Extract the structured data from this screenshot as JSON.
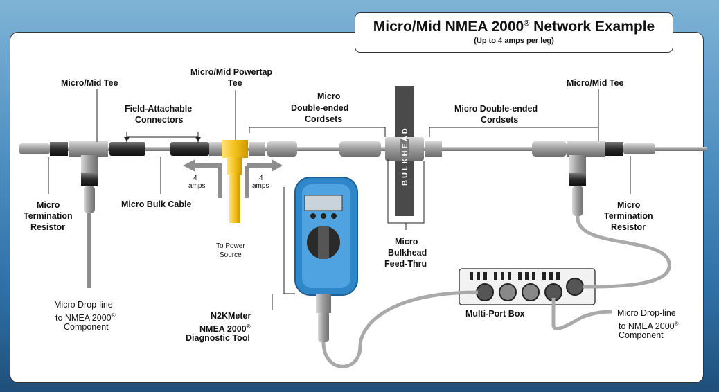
{
  "title": {
    "main": "Micro/Mid NMEA 2000",
    "reg": "®",
    "main_suffix": " Network Example",
    "sub": "(Up to 4 amps per leg)"
  },
  "labels": {
    "tee_left": "Micro/Mid Tee",
    "powertap_1": "Micro/Mid Powertap",
    "powertap_2": "Tee",
    "field_1": "Field-Attachable",
    "field_2": "Connectors",
    "cord_left_1": "Micro",
    "cord_left_2": "Double-ended",
    "cord_left_3": "Cordsets",
    "cord_right_1": "Micro Double-ended",
    "cord_right_2": "Cordsets",
    "tee_right": "Micro/Mid Tee",
    "term_left_1": "Micro",
    "term_left_2": "Termination",
    "term_left_3": "Resistor",
    "bulk_cable": "Micro Bulk Cable",
    "amps_left_1": "4",
    "amps_left_2": "amps",
    "amps_right_1": "4",
    "amps_right_2": "amps",
    "power_1": "To Power",
    "power_2": "Source",
    "bulkhead_1": "Micro",
    "bulkhead_2": "Bulkhead",
    "bulkhead_3": "Feed-Thru",
    "bulkhead_vertical": "BULKHEAD",
    "term_right_1": "Micro",
    "term_right_2": "Termination",
    "term_right_3": "Resistor",
    "drop_left_1": "Micro Drop-line",
    "drop_left_2": "to NMEA 2000",
    "drop_left_3": "Component",
    "n2k_1": "N2KMeter",
    "n2k_2": "NMEA 2000",
    "n2k_3": "Diagnostic Tool",
    "multiport": "Multi-Port Box",
    "drop_right_1": "Micro Drop-line",
    "drop_right_2": "to NMEA 2000",
    "drop_right_3": "Component",
    "reg": "®"
  },
  "colors": {
    "cable": "#a9a9a9",
    "connector": "#9a9a9a",
    "power_cable": "#f2c21b",
    "meter_body": "#2f86c8",
    "bulkhead": "#4a4a4a"
  },
  "icons": {
    "meter": "n2kmeter-device-icon",
    "multiport": "multiport-box-icon"
  }
}
